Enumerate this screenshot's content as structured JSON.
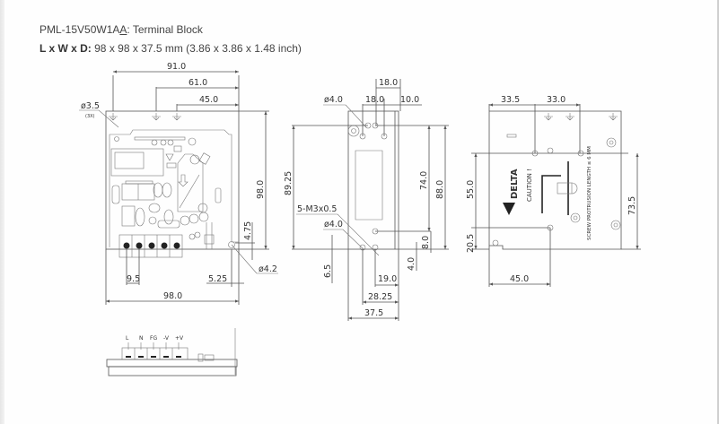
{
  "header": {
    "title_model": "PML-15V50W1A",
    "title_model_underlined": "A",
    "title_suffix": ": Terminal Block",
    "dims_label": "L x W x D:",
    "dims_value": " 98 x 98 x 37.5 mm (3.86 x 3.86 x 1.48 inch)"
  },
  "front_view": {
    "dim_top_overall": "91.0",
    "dim_top_mid": "61.0",
    "dim_top_inner": "45.0",
    "hole_callout": "ø3.5",
    "hole_qty": "(3X)",
    "dim_height": "98.0",
    "dim_hole_offset_v": "4.75",
    "hole_callout_2": "ø4.2",
    "dim_terminal_pitch": "9.5",
    "dim_hole_offset_h": "5.25",
    "dim_width": "98.0"
  },
  "side_view": {
    "dim_top_a": "18.0",
    "dim_top_b": "18.0",
    "dim_top_c": "10.0",
    "hole_callout_top": "ø4.0",
    "dim_height_left": "89.25",
    "dim_74": "74.0",
    "dim_88": "88.0",
    "thread_callout": "5-M3x0.5",
    "hole_callout_bottom": "ø4.0",
    "dim_6_5": "6.5",
    "dim_8": "8.0",
    "dim_4": "4.0",
    "dim_19": "19.0",
    "dim_28_25": "28.25",
    "dim_37_5": "37.5"
  },
  "back_view": {
    "dim_33_5": "33.5",
    "dim_33_0": "33.0",
    "dim_55": "55.0",
    "dim_20_5": "20.5",
    "dim_73_5": "73.5",
    "dim_45": "45.0",
    "brand": "DELTA",
    "caution": "CAUTION !",
    "screw_note": "SCREW PROTRUSION LENGTH  ≤ 6 MM"
  },
  "terminal_view": {
    "labels": [
      "L",
      "N",
      "FG",
      "-V",
      "+V"
    ]
  }
}
